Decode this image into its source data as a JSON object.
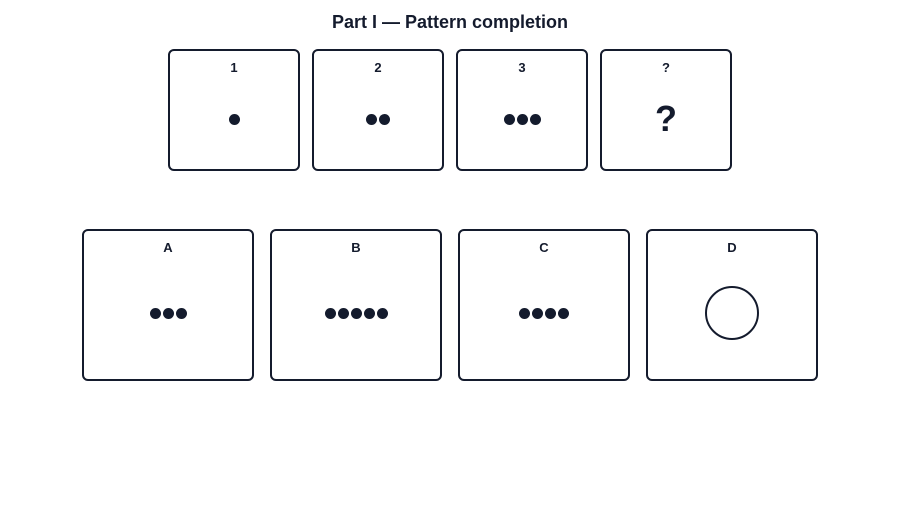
{
  "title": "Part I — Pattern completion",
  "sequence": [
    {
      "label": "1",
      "dots": 1
    },
    {
      "label": "2",
      "dots": 2
    },
    {
      "label": "3",
      "dots": 3
    },
    {
      "label": "?",
      "symbol": "?"
    }
  ],
  "options": [
    {
      "label": "A",
      "dots": 3
    },
    {
      "label": "B",
      "dots": 5
    },
    {
      "label": "C",
      "dots": 4
    },
    {
      "label": "D",
      "shape": "circle-outline"
    }
  ],
  "colors": {
    "ink": "#141b2d",
    "background": "#ffffff"
  }
}
